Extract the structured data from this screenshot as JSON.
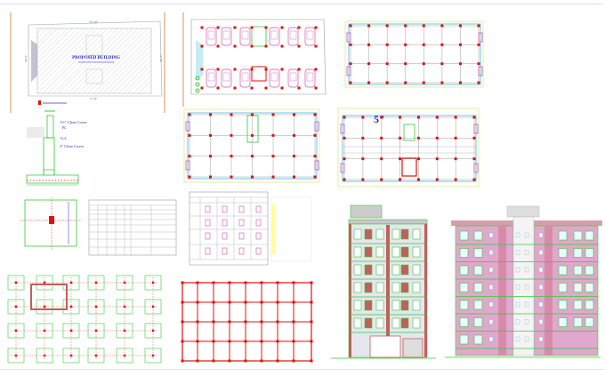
{
  "site_plan": {
    "building_label": "PROPOSED BUILDING",
    "top_dimension": "73'-10\"",
    "bottom_dimension": "71'-8\"",
    "left_dimension": "42'-2\"",
    "right_dimension": "41'-7\""
  },
  "footing_section": {
    "cover_top": "1½\" Clear Cover",
    "plinth": "PL",
    "ground_level": "G.L",
    "cover_bottom": "3\" Clear Cover"
  },
  "floor_plan_note": "5\"",
  "colors": {
    "column": "#e01010",
    "wall_pink": "#cc55aa",
    "green": "#33cc33",
    "blue_text": "#2222bb",
    "brick": "#c0605a",
    "elevation_pink": "#e0a8cc"
  }
}
